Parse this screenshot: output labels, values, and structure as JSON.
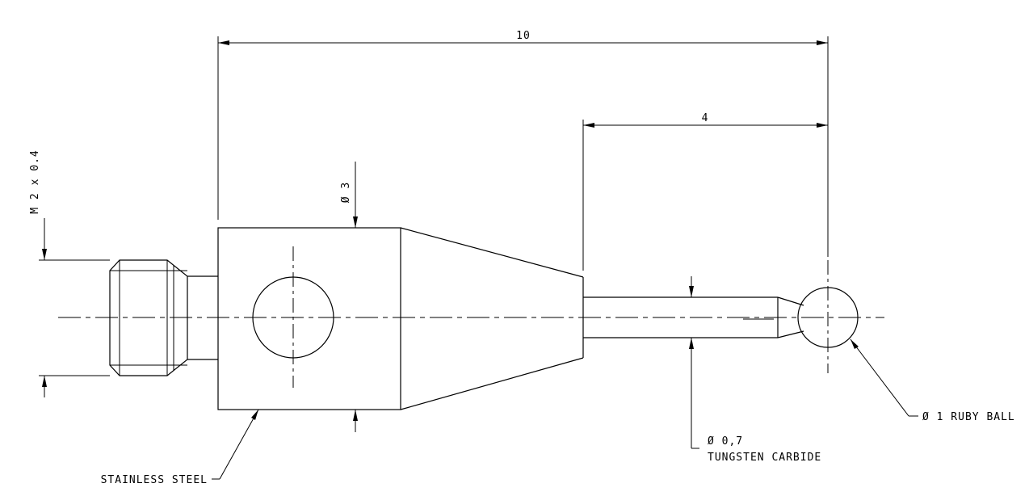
{
  "dimensions": {
    "overall_length": "10",
    "stem_length": "4",
    "body_diameter": "Ø 3",
    "thread": "M 2 x 0.4"
  },
  "callouts": {
    "ball": "Ø 1 RUBY BALL",
    "stem_diameter": "Ø 0,7",
    "stem_material": "TUNGSTEN CARBIDE",
    "body_material": "STAINLESS STEEL"
  }
}
